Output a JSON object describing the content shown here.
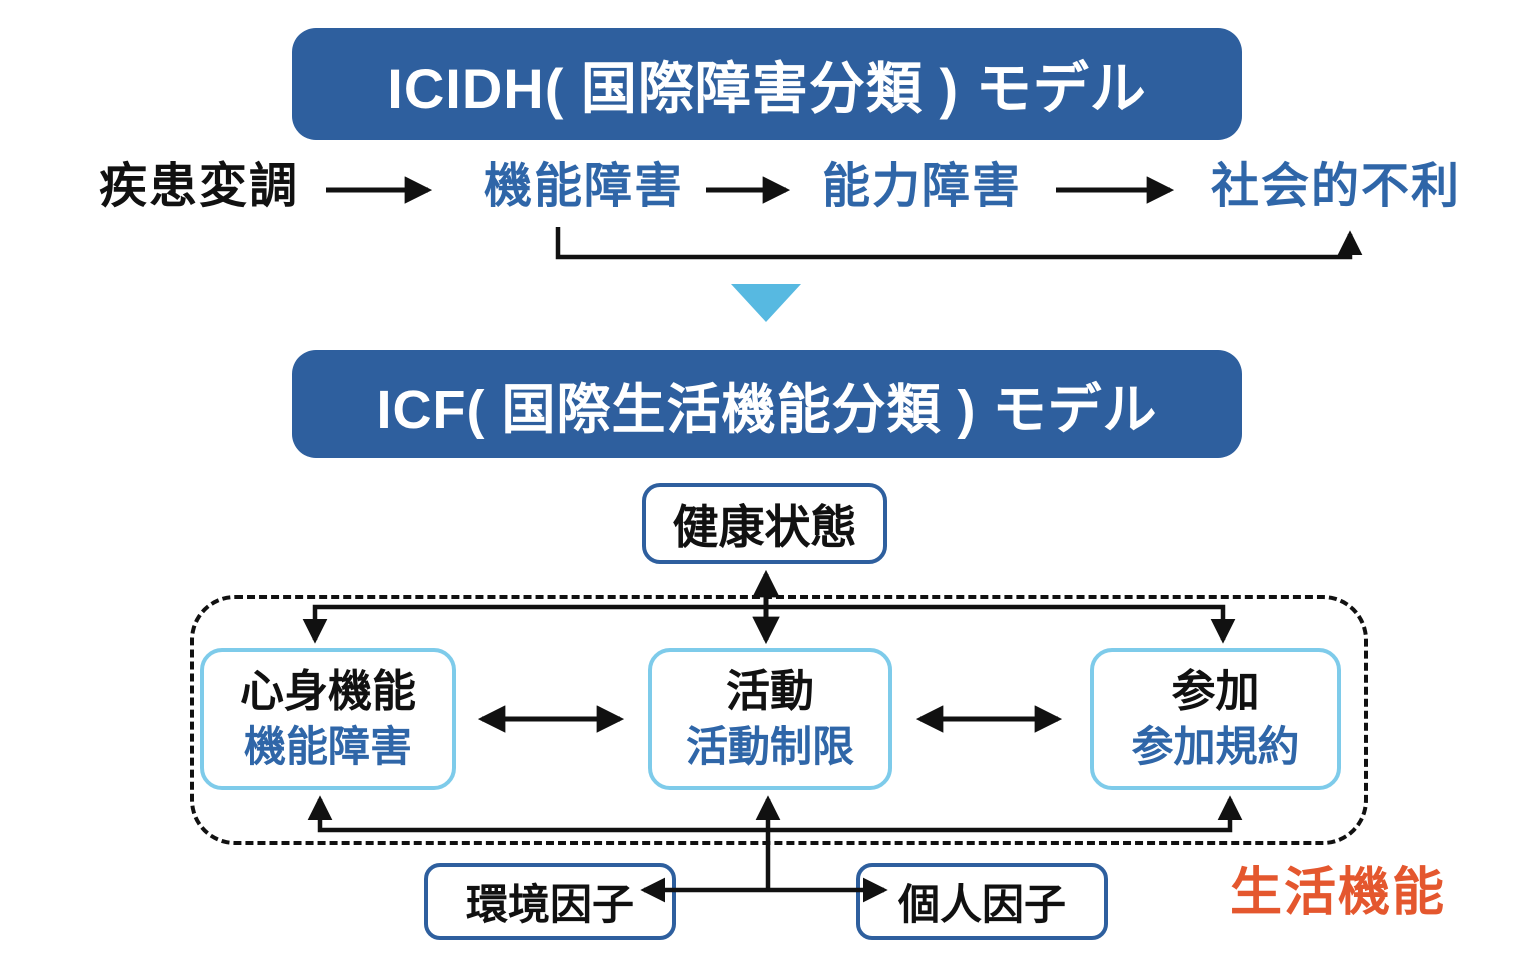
{
  "colors": {
    "banner_blue": "#2e5f9e",
    "text_blue": "#2f66a8",
    "light_blue_border": "#7ecbea",
    "dark_blue_border": "#2e5f9e",
    "triangle_blue": "#57b9e1",
    "orange": "#e4572e",
    "line_black": "#111111"
  },
  "icidh": {
    "title": "ICIDH( 国際障害分類 ) モデル",
    "flow": [
      {
        "label": "疾患変調"
      },
      {
        "label": "機能障害"
      },
      {
        "label": "能力障害"
      },
      {
        "label": "社会的不利"
      }
    ]
  },
  "icf": {
    "title": "ICF( 国際生活機能分類 ) モデル",
    "health_state": "健康状態",
    "domains": [
      {
        "title": "心身機能",
        "subtitle": "機能障害"
      },
      {
        "title": "活動",
        "subtitle": "活動制限"
      },
      {
        "title": "参加",
        "subtitle": "参加規約"
      }
    ],
    "factors": [
      {
        "label": "環境因子"
      },
      {
        "label": "個人因子"
      }
    ],
    "life_function_label": "生活機能"
  }
}
